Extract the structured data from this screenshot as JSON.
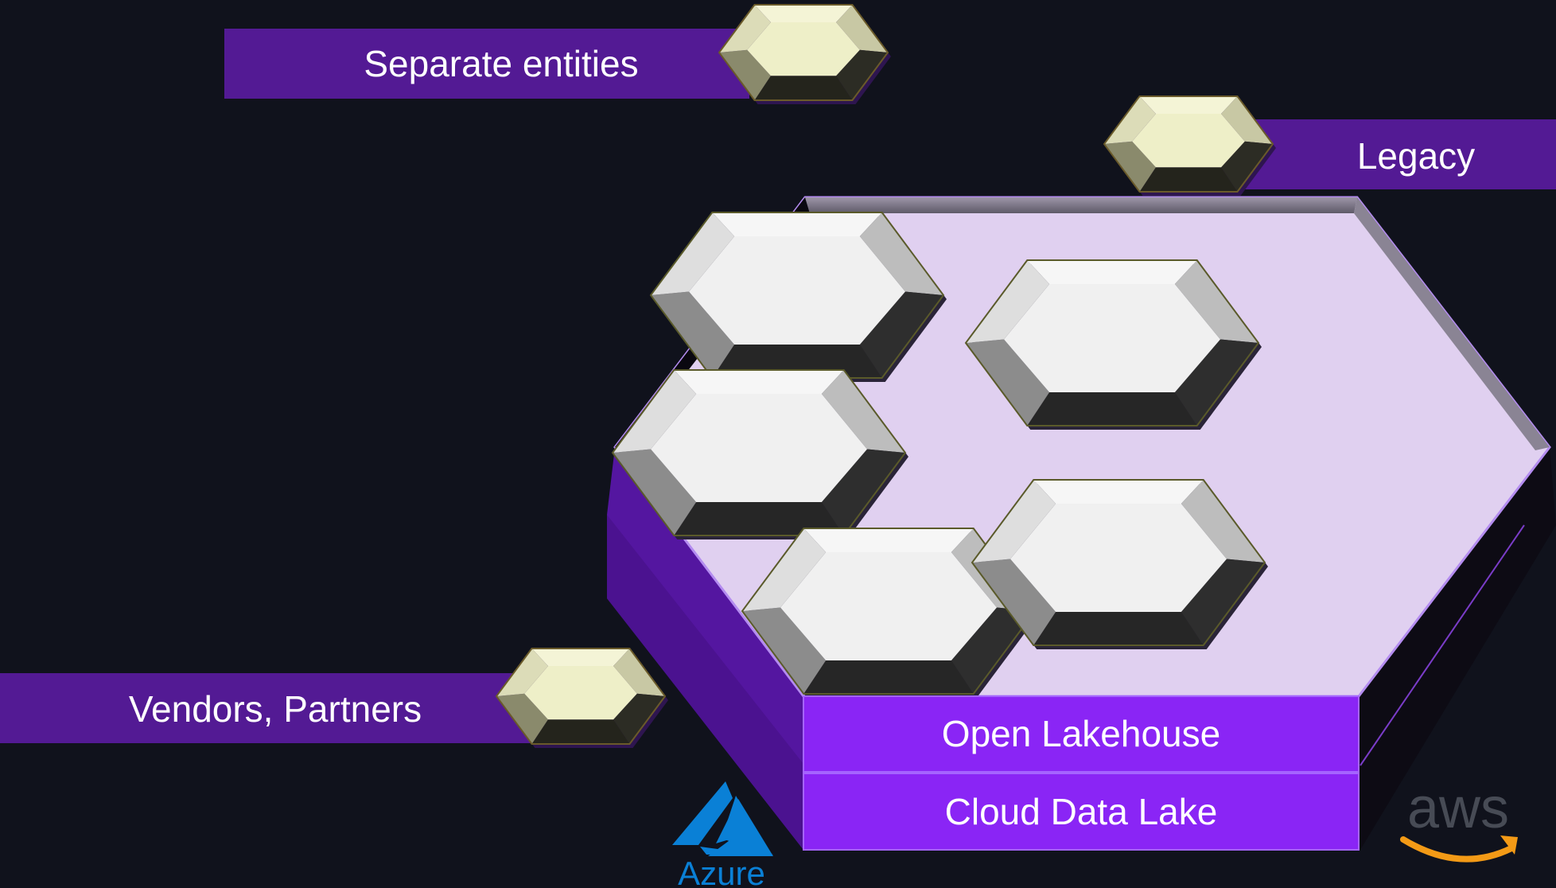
{
  "labels": {
    "separate_entities": "Separate entities",
    "legacy": "Legacy",
    "vendors_partners": "Vendors, Partners",
    "open_lakehouse": "Open Lakehouse",
    "cloud_data_lake": "Cloud Data Lake"
  },
  "logos": {
    "azure_text": "Azure",
    "aws_text": "aws"
  },
  "colors": {
    "background": "#10121c",
    "banner": "#531a94",
    "platform_top": "#e0d0f0",
    "platform_side": "#5416a0",
    "layer_fill": "#8a25f5",
    "azure_blue": "#0a80d6",
    "aws_orange": "#f39a16",
    "aws_gray": "#474b55"
  }
}
